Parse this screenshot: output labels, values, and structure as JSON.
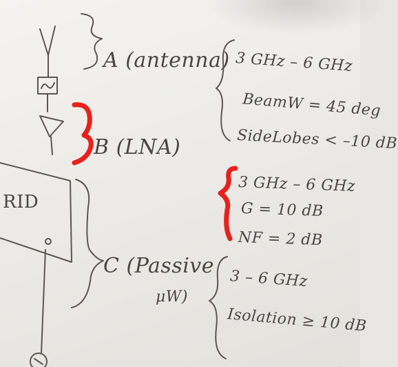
{
  "board": {
    "background": "#eceae6",
    "ink": "#4a4741",
    "highlight": "#e8211c"
  },
  "labels": {
    "a": "A (antenna)",
    "b": "B (LNA)",
    "c": "C (Passive",
    "c_line2": "μW)",
    "block": "RID"
  },
  "specs": {
    "a": [
      "3 GHz – 6 GHz",
      "BeamW = 45 deg",
      "SideLobes < –10 dB"
    ],
    "b": [
      "3 GHz – 6 GHz",
      "G = 10 dB",
      "NF = 2 dB"
    ],
    "c": [
      "3 – 6 GHz",
      "Isolation ≥ 10 dB"
    ]
  },
  "icons": [
    "antenna-icon",
    "filter-icon",
    "amplifier-icon",
    "circulator-icon"
  ]
}
